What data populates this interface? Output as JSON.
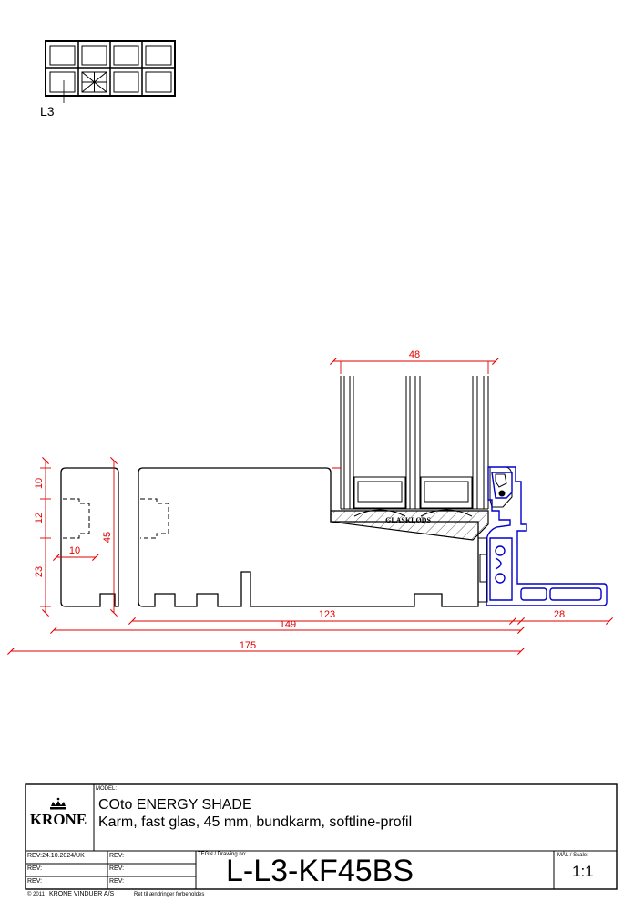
{
  "window_key": {
    "label": "L3"
  },
  "dimensions": {
    "glass": "48",
    "h1": "10",
    "h2": "12",
    "h3": "23",
    "height": "45",
    "w_small": "10",
    "d123": "123",
    "d149": "149",
    "d175": "175",
    "d28": "28"
  },
  "annotations": {
    "setting_block": "GLASKLODS"
  },
  "title_block": {
    "logo_text": "KRONE",
    "model_label": "MODEL:",
    "model_name": "COto ENERGY SHADE",
    "model_desc": "Karm, fast glas, 45 mm, bundkarm, softline-profil",
    "rev_rows": [
      {
        "left": "REV:24.10.2024/UK",
        "right": "REV:"
      },
      {
        "left": "REV:",
        "right": "REV:"
      },
      {
        "left": "REV:",
        "right": "REV:"
      }
    ],
    "drawing_no_label": "TEGN / Drawing no:",
    "drawing_no": "L-L3-KF45BS",
    "scale_label": "MÅL / Scale:",
    "scale": "1:1",
    "copyright": "© 2011",
    "company": "KRONE VINDUER A/S",
    "rights": "Ret til ændringer forbeholdes"
  },
  "colors": {
    "dimension": "#e00000",
    "profile": "#0000cc",
    "line": "#000000"
  }
}
